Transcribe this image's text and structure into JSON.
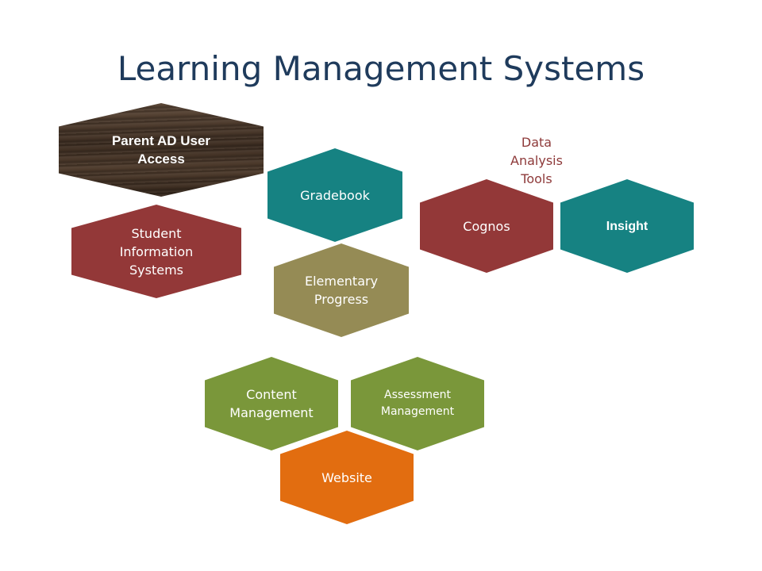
{
  "title": "Learning Management Systems",
  "colors": {
    "title": "#1f3b5c",
    "red": "#933838",
    "teal": "#168282",
    "olive": "#958b55",
    "green": "#7a973a",
    "orange": "#e26d10",
    "wood": "#4a3828"
  },
  "nodes": {
    "parent_ad": "Parent AD User\nAccess",
    "student_info": "Student\nInformation\nSystems",
    "gradebook": "Gradebook",
    "elementary": "Elementary\nProgress",
    "cognos": "Cognos",
    "insight": "Insight",
    "content_mgmt": "Content\nManagement",
    "assessment_mgmt": "Assessment\nManagement",
    "website": "Website"
  },
  "data_analysis_label": "Data\nAnalysis\nTools"
}
